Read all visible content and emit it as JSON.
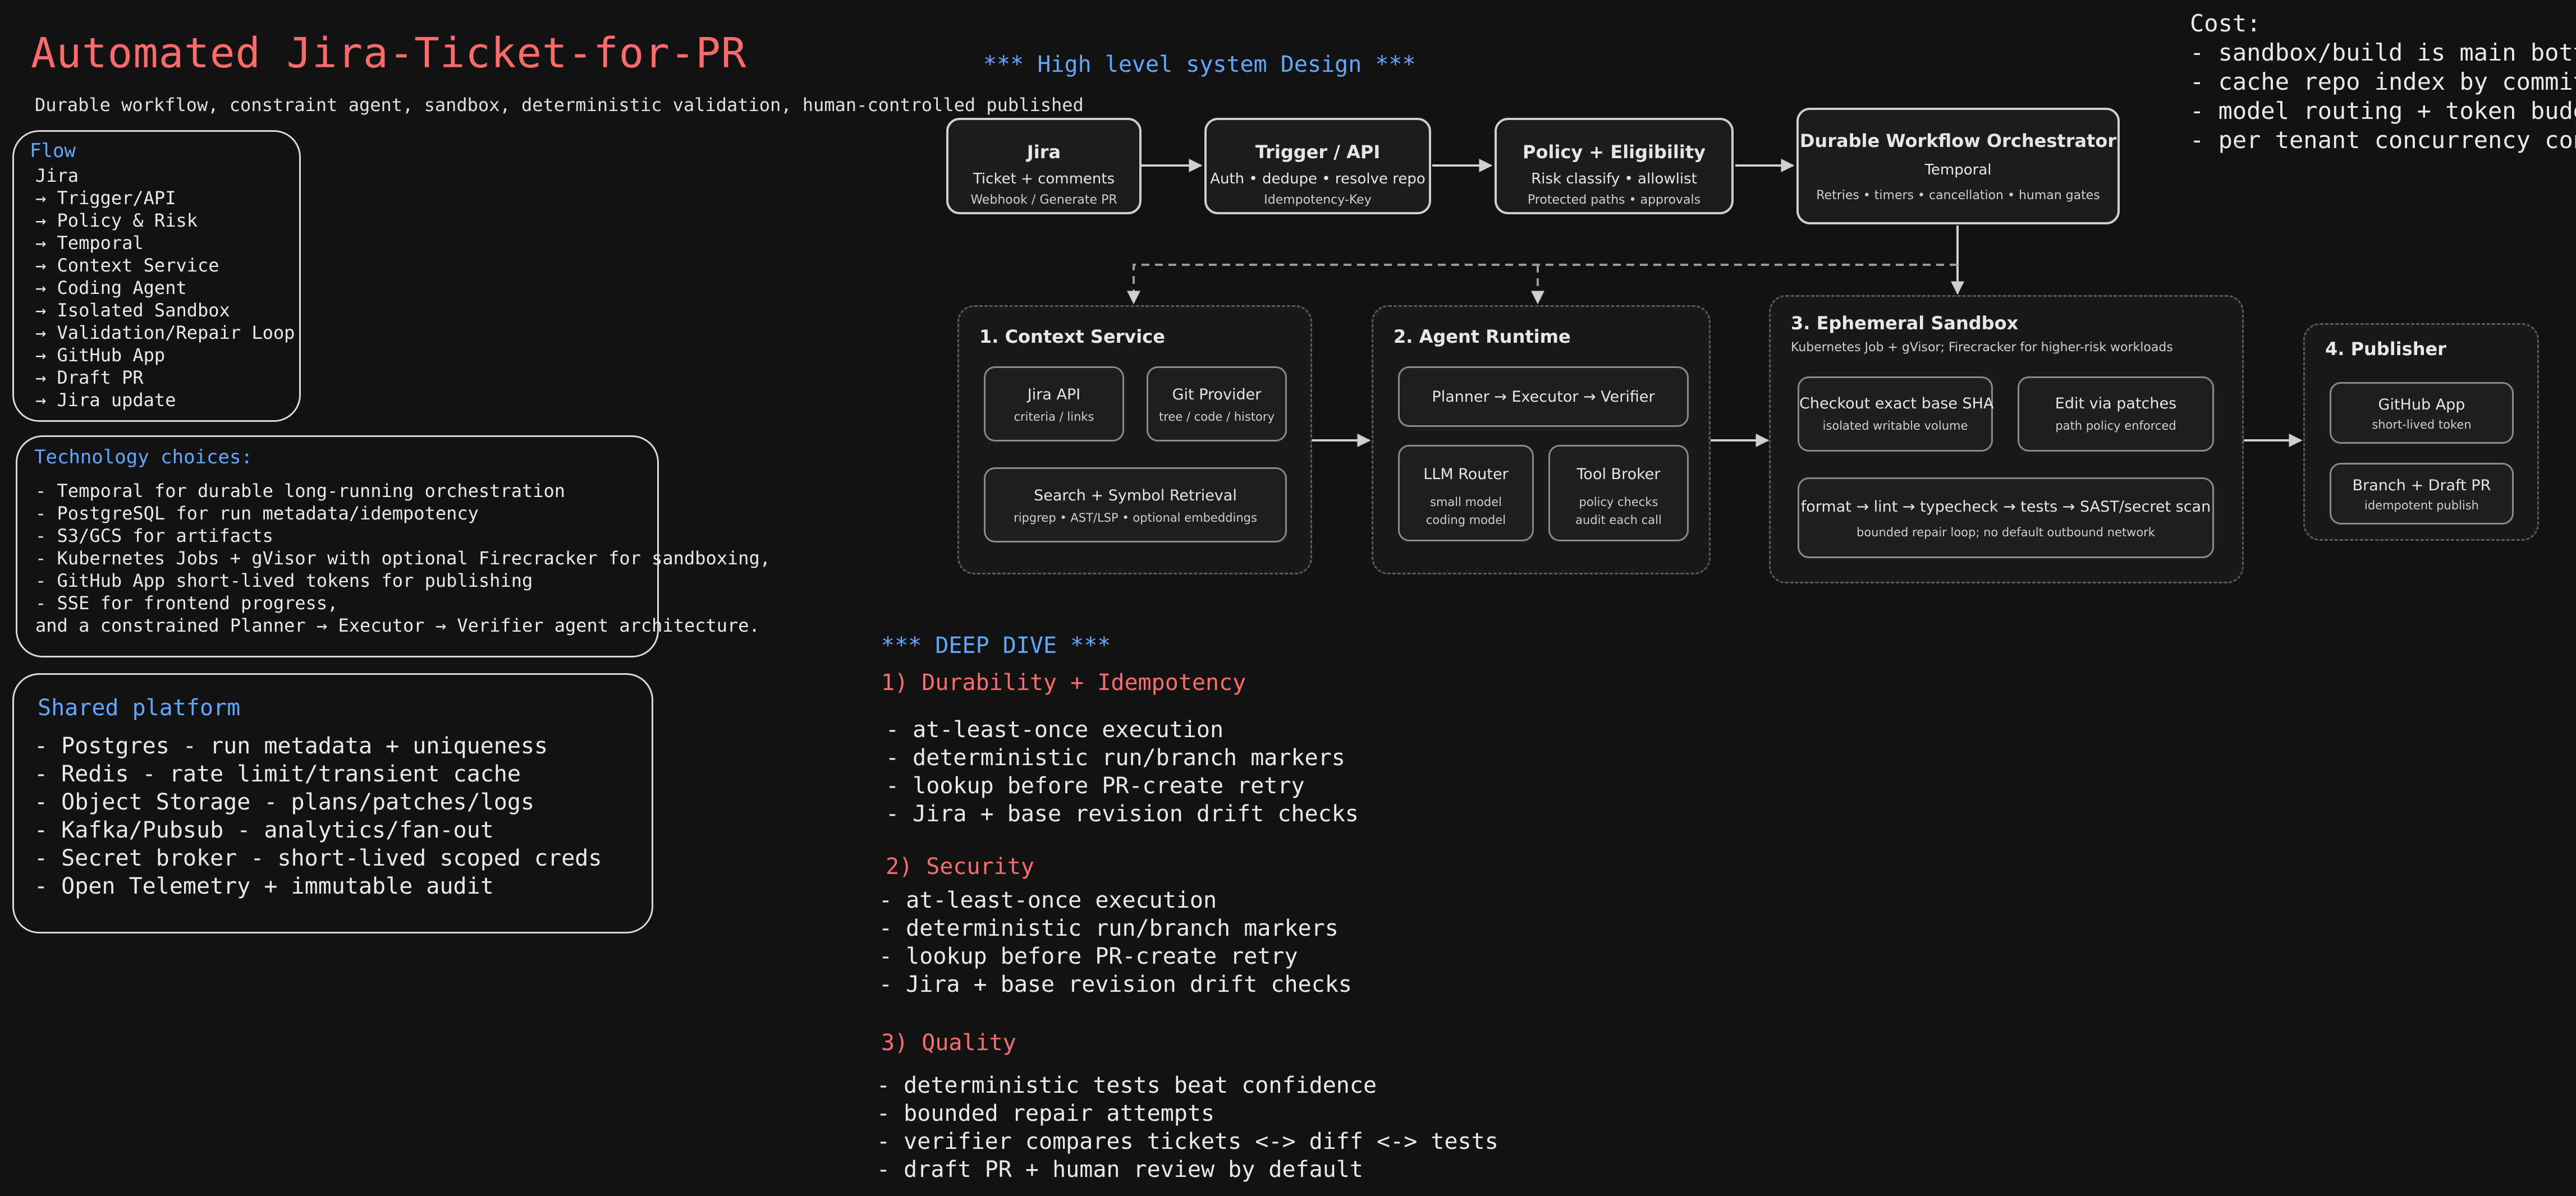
{
  "header": {
    "title": "Automated Jira-Ticket-for-PR",
    "subtitle": "Durable workflow, constraint agent, sandbox, deterministic validation, human-controlled published"
  },
  "flow": {
    "title": "Flow",
    "items": [
      "Jira",
      "→ Trigger/API",
      "→ Policy & Risk",
      "→ Temporal",
      "→ Context Service",
      "→ Coding Agent",
      "→ Isolated Sandbox",
      "→ Validation/Repair Loop",
      "→ GitHub App",
      "→ Draft PR",
      "→ Jira update"
    ]
  },
  "tech": {
    "title": "Technology choices:",
    "items": [
      "-  Temporal for durable long-running orchestration",
      "- PostgreSQL for run metadata/idempotency",
      "- S3/GCS for artifacts",
      "- Kubernetes Jobs + gVisor with optional Firecracker for sandboxing,",
      "- GitHub App short-lived tokens for publishing",
      "- SSE for frontend progress,",
      "and a constrained Planner → Executor → Verifier agent architecture."
    ]
  },
  "shared": {
    "title": "Shared platform",
    "items": [
      "- Postgres - run metadata + uniqueness",
      "- Redis - rate limit/transient cache",
      "- Object Storage - plans/patches/logs",
      "- Kafka/Pubsub - analytics/fan-out",
      "- Secret broker - short-lived scoped creds",
      "- Open Telemetry + immutable audit"
    ]
  },
  "design": {
    "heading": "*** High level system Design ***",
    "top_nodes": [
      {
        "title": "Jira",
        "sub": "Ticket + comments",
        "note": "Webhook / Generate PR"
      },
      {
        "title": "Trigger / API",
        "sub": "Auth • dedupe • resolve repo",
        "note": "Idempotency-Key"
      },
      {
        "title": "Policy + Eligibility",
        "sub": "Risk classify • allowlist",
        "note": "Protected paths • approvals"
      },
      {
        "title": "Durable Workflow Orchestrator",
        "sub": "Temporal",
        "note": "Retries • timers • cancellation • human gates"
      }
    ],
    "context": {
      "title": "1. Context Service",
      "jira": {
        "title": "Jira API",
        "sub": "criteria / links"
      },
      "git": {
        "title": "Git Provider",
        "sub": "tree / code / history"
      },
      "search": {
        "title": "Search + Symbol Retrieval",
        "sub": "ripgrep • AST/LSP • optional embeddings"
      }
    },
    "agent": {
      "title": "2. Agent Runtime",
      "pev": {
        "title": "Planner → Executor → Verifier"
      },
      "llm": {
        "title": "LLM Router",
        "sub1": "small model",
        "sub2": "coding model"
      },
      "tool": {
        "title": "Tool Broker",
        "sub1": "policy checks",
        "sub2": "audit each call"
      }
    },
    "sandbox": {
      "title": "3. Ephemeral Sandbox",
      "subtitle": "Kubernetes Job + gVisor; Firecracker for higher-risk workloads",
      "checkout": {
        "title": "Checkout exact base SHA",
        "sub": "isolated writable volume"
      },
      "edit": {
        "title": "Edit via patches",
        "sub": "path policy enforced"
      },
      "pipeline": {
        "title": "format → lint → typecheck → tests → SAST/secret scan",
        "sub": "bounded repair loop; no default outbound network"
      }
    },
    "publisher": {
      "title": "4. Publisher",
      "gh": {
        "title": "GitHub App",
        "sub": "short-lived token"
      },
      "branch": {
        "title": "Branch + Draft PR",
        "sub": "idempotent publish"
      }
    }
  },
  "cost": {
    "title": "Cost:",
    "items": [
      "- sandbox/build is main bottleneck",
      "- cache repo index by commit SHA",
      "- model routing + token budgets",
      "- per tenant concurrency controls"
    ]
  },
  "deep_dive": {
    "heading": "*** DEEP DIVE ***",
    "sections": [
      {
        "title": "1) Durability + Idempotency",
        "items": [
          "- at-least-once execution",
          "- deterministic run/branch markers",
          "- lookup before PR-create retry",
          "- Jira + base revision drift checks"
        ]
      },
      {
        "title": "2) Security",
        "items": [
          "- at-least-once execution",
          "- deterministic run/branch markers",
          "- lookup before PR-create retry",
          "- Jira + base revision drift checks"
        ]
      },
      {
        "title": "3) Quality",
        "items": [
          "- deterministic tests beat confidence",
          "- bounded repair attempts",
          "- verifier compares tickets <-> diff <-> tests",
          "- draft PR + human review by default"
        ]
      }
    ]
  },
  "colors": {
    "accent_red": "#ff6b6b",
    "accent_blue": "#5fa8ff",
    "background": "#121212"
  }
}
